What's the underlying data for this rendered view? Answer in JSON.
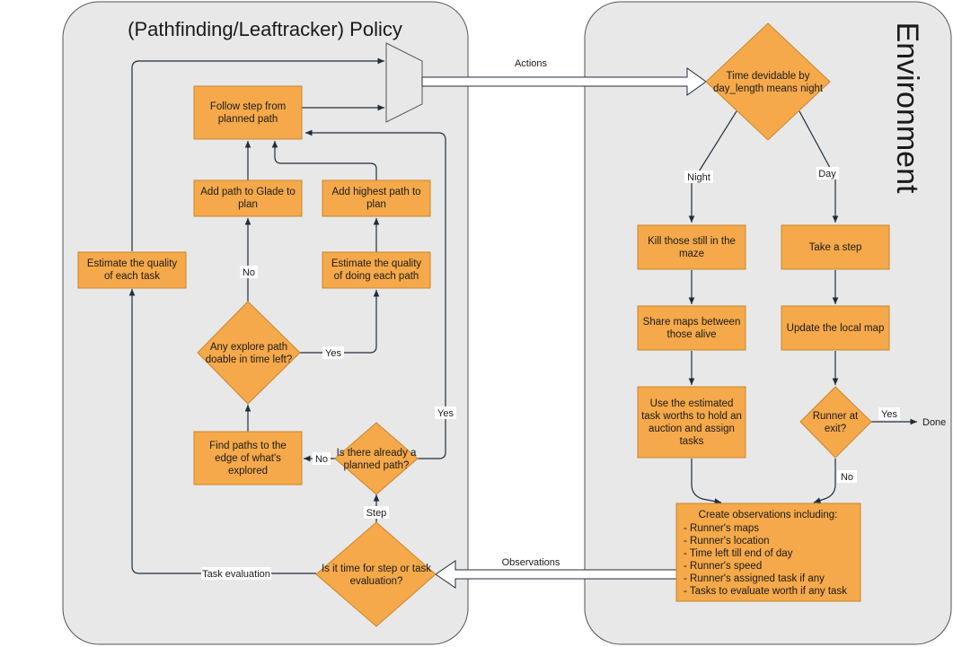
{
  "panels": {
    "policy_title": "(Pathfinding/Leaftracker) Policy",
    "environment_title": "Environment"
  },
  "nodes": {
    "follow_step": [
      "Follow step from",
      "planned path"
    ],
    "add_glade": [
      "Add path to Glade to",
      "plan"
    ],
    "add_highest": [
      "Add highest path to",
      "plan"
    ],
    "estimate_task": [
      "Estimate the quality",
      "of each task"
    ],
    "estimate_path": [
      "Estimate the quality",
      "of doing each path"
    ],
    "any_explore": [
      "Any explore path",
      "doable in time left?"
    ],
    "find_paths": [
      "Find paths to the",
      "edge of what's",
      "explored"
    ],
    "planned_path": [
      "Is there already a",
      "planned path?"
    ],
    "step_or_task": [
      "Is it time for step or task",
      "evaluation?"
    ],
    "time_div": [
      "Time devidable by",
      "day_length means night"
    ],
    "kill": [
      "Kill those still in the",
      "maze"
    ],
    "take_step": [
      "Take a step"
    ],
    "share_maps": [
      "Share maps between",
      "those alive"
    ],
    "update_map": [
      "Update the local map"
    ],
    "use_worths": [
      "Use the estimated",
      "task worths to hold an",
      "auction and assign",
      "tasks"
    ],
    "runner_exit": [
      "Runner at",
      "exit?"
    ],
    "observations": [
      "Create observations including:",
      "- Runner's maps",
      "- Runner's location",
      "- Time left till end of day",
      "- Runner's speed",
      "- Runner's assigned task if any",
      "- Tasks to evaluate worth if any task"
    ]
  },
  "edge_labels": {
    "actions": "Actions",
    "observations": "Observations",
    "night": "Night",
    "day": "Day",
    "yes_exit": "Yes",
    "done": "Done",
    "no_exit": "No",
    "no_explore": "No",
    "yes_explore": "Yes",
    "no_planned": "No",
    "yes_planned": "Yes",
    "step": "Step",
    "task_evaluation": "Task evaluation"
  },
  "colors": {
    "node_fill": "#f5a94a",
    "node_border": "#c8862e",
    "panel_fill": "#e8e8e8",
    "panel_border": "#555555",
    "edge": "#1f2d3d"
  }
}
